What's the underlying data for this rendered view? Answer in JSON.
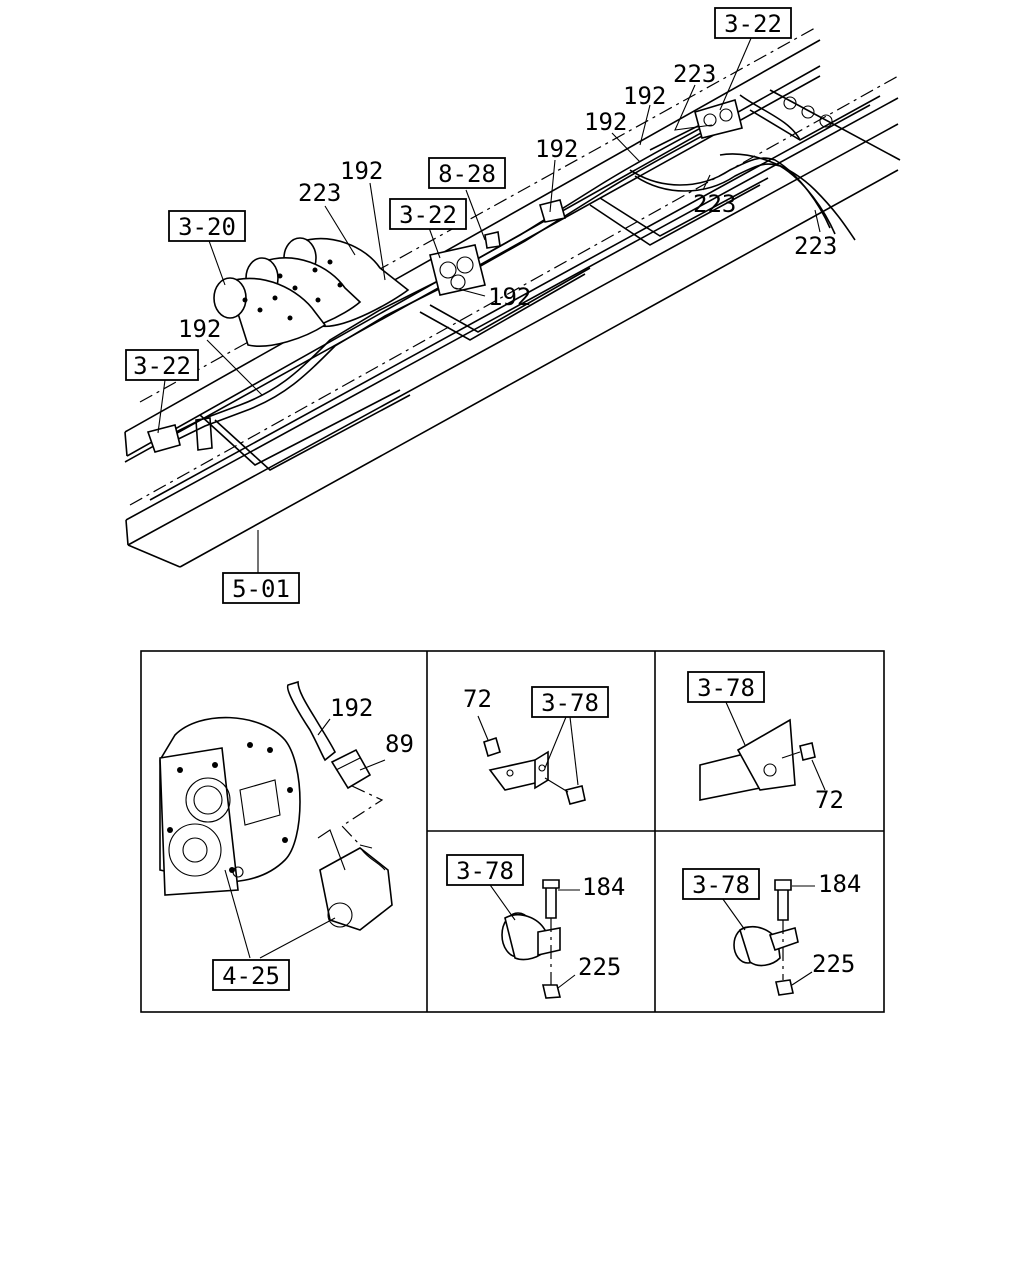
{
  "callouts": {
    "ref_3_22_top": "3-22",
    "num_223_top": "223",
    "num_192_a": "192",
    "num_192_b": "192",
    "num_192_c": "192",
    "num_223_mid": "223",
    "num_223_right": "223",
    "ref_8_28": "8-28",
    "num_192_d": "192",
    "num_223_left": "223",
    "ref_3_22_mid": "3-22",
    "ref_3_20": "3-20",
    "num_192_e": "192",
    "num_192_f": "192",
    "ref_3_22_left": "3-22",
    "ref_5_01": "5-01"
  },
  "panels": {
    "p1": {
      "num_192": "192",
      "num_89": "89",
      "ref_4_25": "4-25"
    },
    "p2": {
      "num_72": "72",
      "ref_3_78": "3-78"
    },
    "p3": {
      "ref_3_78": "3-78",
      "num_72": "72"
    },
    "p4": {
      "ref_3_78": "3-78",
      "num_184": "184",
      "num_225": "225"
    },
    "p5": {
      "ref_3_78": "3-78",
      "num_184": "184",
      "num_225": "225"
    }
  }
}
